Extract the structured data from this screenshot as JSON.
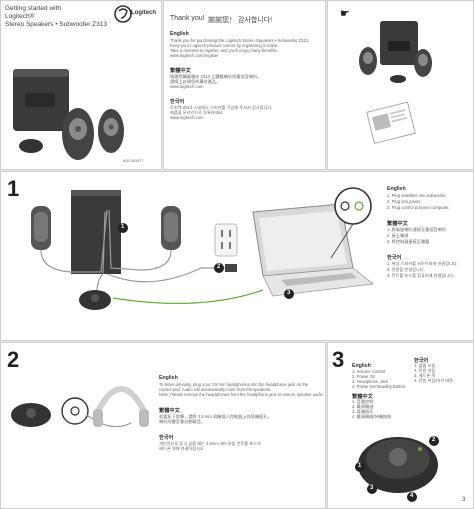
{
  "cover": {
    "title_line1": "Getting started with",
    "title_line2": "Logitech®",
    "title_line3": "Stereo Speakers • Subwoofer Z313",
    "brand": "Logitech",
    "footer_code": "620-003477"
  },
  "thanks": {
    "header": "Thank you!",
    "header_cjk": "謝謝您！ 감사합니다!",
    "english_label": "English",
    "english_text": [
      "Thank you for purchasing the Logitech Stereo Speakers • Subwoofer Z313.",
      "Keep your Logitech product current by registering it online.",
      "Take a moment to register, and you'll enjoy many benefits.",
      "www.logitech.com/register"
    ],
    "zh_tw_label": "繁體中文",
    "zh_tw_text": [
      "感謝您購買羅技 Z313 立體聲喇叭與重低音喇叭。",
      "請線上註冊您的羅技產品。",
      "www.logitech.com"
    ],
    "ko_label": "한국어",
    "ko_text": [
      "로지텍 Z313 스테레오 스피커를 구입해 주셔서 감사합니다.",
      "제품을 온라인으로 등록하세요.",
      "www.logitech.com"
    ]
  },
  "box": {
    "pointer": "☛"
  },
  "step1": {
    "number": "1",
    "callouts": [
      "1",
      "2",
      "3"
    ],
    "english_label": "English",
    "english_items": [
      "1. Plug satellites into subwoofer.",
      "2. Plug into power.",
      "3. Plug control pod into computer."
    ],
    "zh_label": "繁體中文",
    "zh_items": [
      "1. 將衛星喇叭連接至重低音喇叭",
      "2. 接上電源",
      "3. 將控制器連接至電腦"
    ],
    "ko_label": "한국어",
    "ko_items": [
      "1. 위성 스피커를 서브우퍼에 연결합니다.",
      "2. 전원을 연결합니다.",
      "3. 컨트롤 포드를 컴퓨터에 연결합니다."
    ]
  },
  "step2": {
    "number": "2",
    "english_label": "English",
    "english_text": [
      "To listen privately, plug your 3.5 mm headphones into the headphone jack on the",
      "control pod. Audio will automatically mute from the speakers.",
      "Note: Please remove the headphones from the headphone jack to restore speaker audio."
    ],
    "zh_label": "繁體中文",
    "zh_text": [
      "若要私下聆聽，請將 3.5 mm 耳機插入控制器上的耳機插孔。",
      "喇叭的聲音會自動靜音。"
    ],
    "ko_label": "한국어",
    "ko_text": [
      "개인적으로 듣고 싶을 때는 3.5mm 헤드폰을 컨트롤 포드의",
      "헤드폰 잭에 연결하십시오."
    ]
  },
  "step3": {
    "number": "3",
    "english_label": "English",
    "english_items": [
      "1. Volume Control",
      "2. Power On",
      "3. Headphone Jack",
      "4. Power On/Standby Button"
    ],
    "zh_label": "繁體中文",
    "zh_items": [
      "1. 音量控制",
      "2. 電源開啟",
      "3. 耳機插孔",
      "4. 電源開啟/待機按鈕"
    ],
    "ko_label": "한국어",
    "ko_items": [
      "1. 볼륨 조절",
      "2. 전원 켜짐",
      "3. 헤드폰 잭",
      "4. 전원 켜짐/대기 버튼"
    ],
    "callouts": [
      "1",
      "2",
      "3",
      "4"
    ],
    "page": "3"
  },
  "colors": {
    "speaker_dark": "#3a3a3a",
    "speaker_mid": "#5a5a5a",
    "cable_green": "#5fae3a",
    "cable_gray": "#9a9a9a",
    "callout": "#222222"
  }
}
